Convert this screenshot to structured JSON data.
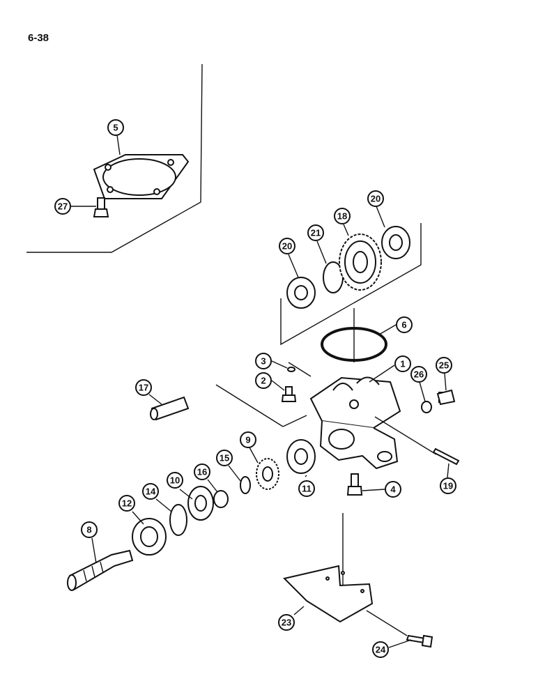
{
  "page": {
    "number": "6-38"
  },
  "callouts": [
    {
      "id": "c5",
      "label": "5"
    },
    {
      "id": "c27",
      "label": "27"
    },
    {
      "id": "c20a",
      "label": "20"
    },
    {
      "id": "c21",
      "label": "21"
    },
    {
      "id": "c18",
      "label": "18"
    },
    {
      "id": "c20b",
      "label": "20"
    },
    {
      "id": "c6",
      "label": "6"
    },
    {
      "id": "c3",
      "label": "3"
    },
    {
      "id": "c2",
      "label": "2"
    },
    {
      "id": "c1",
      "label": "1"
    },
    {
      "id": "c26",
      "label": "26"
    },
    {
      "id": "c25",
      "label": "25"
    },
    {
      "id": "c17",
      "label": "17"
    },
    {
      "id": "c9",
      "label": "9"
    },
    {
      "id": "c15",
      "label": "15"
    },
    {
      "id": "c16",
      "label": "16"
    },
    {
      "id": "c10",
      "label": "10"
    },
    {
      "id": "c14",
      "label": "14"
    },
    {
      "id": "c12",
      "label": "12"
    },
    {
      "id": "c8",
      "label": "8"
    },
    {
      "id": "c11",
      "label": "11"
    },
    {
      "id": "c4",
      "label": "4"
    },
    {
      "id": "c19",
      "label": "19"
    },
    {
      "id": "c23",
      "label": "23"
    },
    {
      "id": "c24",
      "label": "24"
    }
  ]
}
